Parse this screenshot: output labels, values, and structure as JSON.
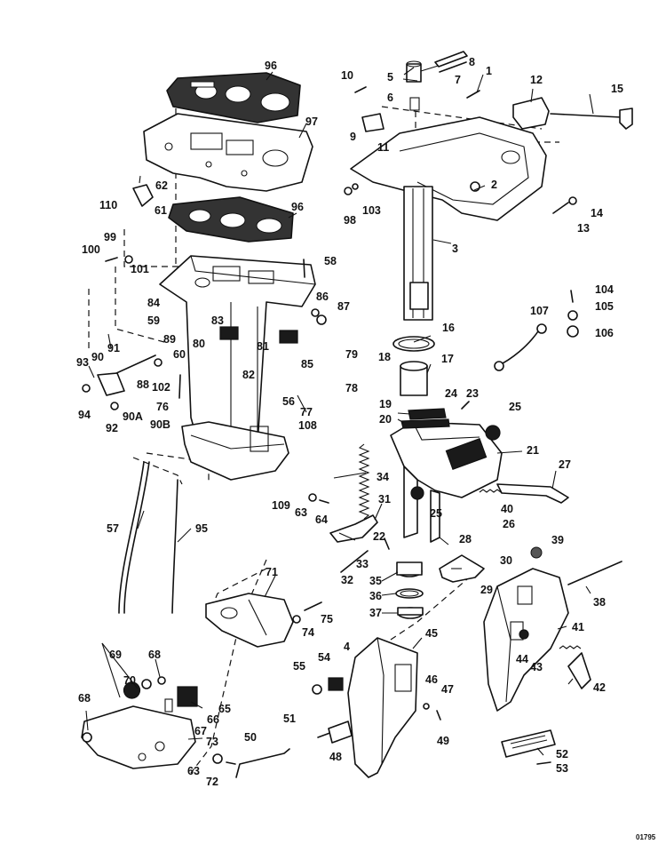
{
  "catalog_code": "01795",
  "parts": [
    {
      "id": "1",
      "label": "1"
    },
    {
      "id": "2",
      "label": "2"
    },
    {
      "id": "3",
      "label": "3"
    },
    {
      "id": "4",
      "label": "4"
    },
    {
      "id": "5",
      "label": "5"
    },
    {
      "id": "6",
      "label": "6"
    },
    {
      "id": "7",
      "label": "7"
    },
    {
      "id": "8",
      "label": "8"
    },
    {
      "id": "9",
      "label": "9"
    },
    {
      "id": "10",
      "label": "10"
    },
    {
      "id": "11",
      "label": "11"
    },
    {
      "id": "12",
      "label": "12"
    },
    {
      "id": "13",
      "label": "13"
    },
    {
      "id": "14",
      "label": "14"
    },
    {
      "id": "15",
      "label": "15"
    },
    {
      "id": "16",
      "label": "16"
    },
    {
      "id": "17",
      "label": "17"
    },
    {
      "id": "18",
      "label": "18"
    },
    {
      "id": "19",
      "label": "19"
    },
    {
      "id": "20",
      "label": "20"
    },
    {
      "id": "21",
      "label": "21"
    },
    {
      "id": "22",
      "label": "22"
    },
    {
      "id": "23",
      "label": "23"
    },
    {
      "id": "24",
      "label": "24"
    },
    {
      "id": "25a",
      "label": "25"
    },
    {
      "id": "25b",
      "label": "25"
    },
    {
      "id": "26",
      "label": "26"
    },
    {
      "id": "27",
      "label": "27"
    },
    {
      "id": "28",
      "label": "28"
    },
    {
      "id": "29",
      "label": "29"
    },
    {
      "id": "30",
      "label": "30"
    },
    {
      "id": "31",
      "label": "31"
    },
    {
      "id": "32",
      "label": "32"
    },
    {
      "id": "33",
      "label": "33"
    },
    {
      "id": "34",
      "label": "34"
    },
    {
      "id": "35",
      "label": "35"
    },
    {
      "id": "36",
      "label": "36"
    },
    {
      "id": "37",
      "label": "37"
    },
    {
      "id": "38",
      "label": "38"
    },
    {
      "id": "39",
      "label": "39"
    },
    {
      "id": "40",
      "label": "40"
    },
    {
      "id": "41",
      "label": "41"
    },
    {
      "id": "42",
      "label": "42"
    },
    {
      "id": "43",
      "label": "43"
    },
    {
      "id": "44",
      "label": "44"
    },
    {
      "id": "45",
      "label": "45"
    },
    {
      "id": "46",
      "label": "46"
    },
    {
      "id": "47",
      "label": "47"
    },
    {
      "id": "48",
      "label": "48"
    },
    {
      "id": "49",
      "label": "49"
    },
    {
      "id": "50",
      "label": "50"
    },
    {
      "id": "51",
      "label": "51"
    },
    {
      "id": "52",
      "label": "52"
    },
    {
      "id": "53",
      "label": "53"
    },
    {
      "id": "54",
      "label": "54"
    },
    {
      "id": "55",
      "label": "55"
    },
    {
      "id": "56",
      "label": "56"
    },
    {
      "id": "57",
      "label": "57"
    },
    {
      "id": "58",
      "label": "58"
    },
    {
      "id": "59",
      "label": "59"
    },
    {
      "id": "60",
      "label": "60"
    },
    {
      "id": "61",
      "label": "61"
    },
    {
      "id": "62",
      "label": "62"
    },
    {
      "id": "63a",
      "label": "63"
    },
    {
      "id": "63b",
      "label": "63"
    },
    {
      "id": "64",
      "label": "64"
    },
    {
      "id": "65",
      "label": "65"
    },
    {
      "id": "66",
      "label": "66"
    },
    {
      "id": "67",
      "label": "67"
    },
    {
      "id": "68a",
      "label": "68"
    },
    {
      "id": "68b",
      "label": "68"
    },
    {
      "id": "69",
      "label": "69"
    },
    {
      "id": "70",
      "label": "70"
    },
    {
      "id": "71",
      "label": "71"
    },
    {
      "id": "72",
      "label": "72"
    },
    {
      "id": "73",
      "label": "73"
    },
    {
      "id": "74",
      "label": "74"
    },
    {
      "id": "75",
      "label": "75"
    },
    {
      "id": "76",
      "label": "76"
    },
    {
      "id": "77",
      "label": "77"
    },
    {
      "id": "78",
      "label": "78"
    },
    {
      "id": "79",
      "label": "79"
    },
    {
      "id": "80",
      "label": "80"
    },
    {
      "id": "81",
      "label": "81"
    },
    {
      "id": "82",
      "label": "82"
    },
    {
      "id": "83",
      "label": "83"
    },
    {
      "id": "84",
      "label": "84"
    },
    {
      "id": "85",
      "label": "85"
    },
    {
      "id": "86",
      "label": "86"
    },
    {
      "id": "87",
      "label": "87"
    },
    {
      "id": "88",
      "label": "88"
    },
    {
      "id": "89",
      "label": "89"
    },
    {
      "id": "90",
      "label": "90"
    },
    {
      "id": "90A",
      "label": "90A"
    },
    {
      "id": "90B",
      "label": "90B"
    },
    {
      "id": "91",
      "label": "91"
    },
    {
      "id": "92",
      "label": "92"
    },
    {
      "id": "93",
      "label": "93"
    },
    {
      "id": "94",
      "label": "94"
    },
    {
      "id": "95",
      "label": "95"
    },
    {
      "id": "96a",
      "label": "96"
    },
    {
      "id": "96b",
      "label": "96"
    },
    {
      "id": "97",
      "label": "97"
    },
    {
      "id": "98",
      "label": "98"
    },
    {
      "id": "99",
      "label": "99"
    },
    {
      "id": "100",
      "label": "100"
    },
    {
      "id": "101",
      "label": "101"
    },
    {
      "id": "102",
      "label": "102"
    },
    {
      "id": "103",
      "label": "103"
    },
    {
      "id": "104",
      "label": "104"
    },
    {
      "id": "105",
      "label": "105"
    },
    {
      "id": "106",
      "label": "106"
    },
    {
      "id": "107",
      "label": "107"
    },
    {
      "id": "108",
      "label": "108"
    },
    {
      "id": "109",
      "label": "109"
    },
    {
      "id": "110",
      "label": "110"
    }
  ]
}
